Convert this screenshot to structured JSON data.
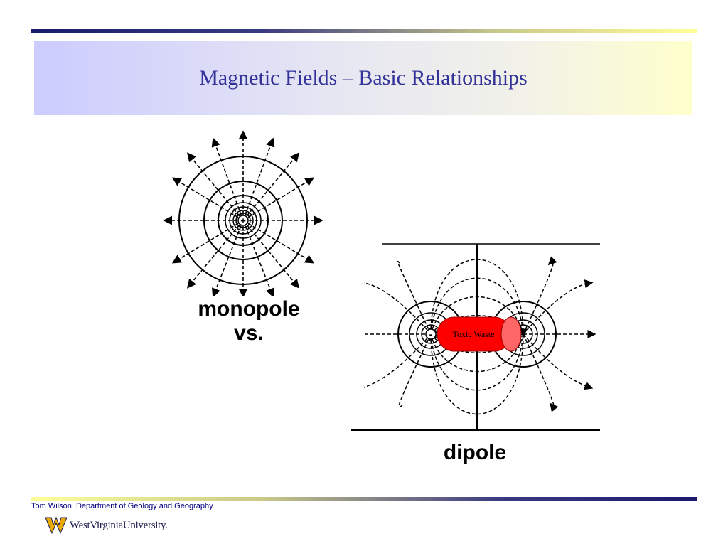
{
  "slide": {
    "title": "Magnetic Fields – Basic Relationships"
  },
  "monopole": {
    "label_line1": "monopole",
    "label_line2": "vs.",
    "center_sign": "+"
  },
  "dipole": {
    "label": "dipole",
    "magnet_label": "Toxic Waste",
    "negative_sign": "-",
    "positive_sign": "+"
  },
  "footer": {
    "credit": "Tom Wilson, Department of Geology and Geography",
    "logo_text": "WestVirginiaUniversity."
  },
  "colors": {
    "title": "#333399",
    "magnet": "#ff0000",
    "magnet_cap": "#ff6666",
    "footer": "#000080",
    "logo_gold": "#eaaa00"
  }
}
